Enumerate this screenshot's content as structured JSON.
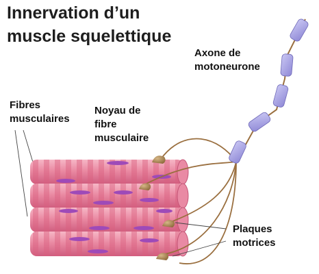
{
  "title": {
    "line1": "Innervation d’un",
    "line2": "muscle squelettique"
  },
  "labels": {
    "axon": {
      "line1": "Axone de",
      "line2": "motoneurone"
    },
    "fibers": {
      "line1": "Fibres",
      "line2": "musculaires"
    },
    "nucleus": {
      "line1": "Noyau de",
      "line2": "fibre",
      "line3": "musculaire"
    },
    "plates": {
      "line1": "Plaques",
      "line2": "motrices"
    }
  },
  "colors": {
    "fiber_light": "#ef93ab",
    "fiber_dark": "#d65f82",
    "nucleus": "#9e4ab8",
    "myelin": "#a8a3e3",
    "axon": "#9a6f3f",
    "motor_plate": "#b7915d"
  }
}
